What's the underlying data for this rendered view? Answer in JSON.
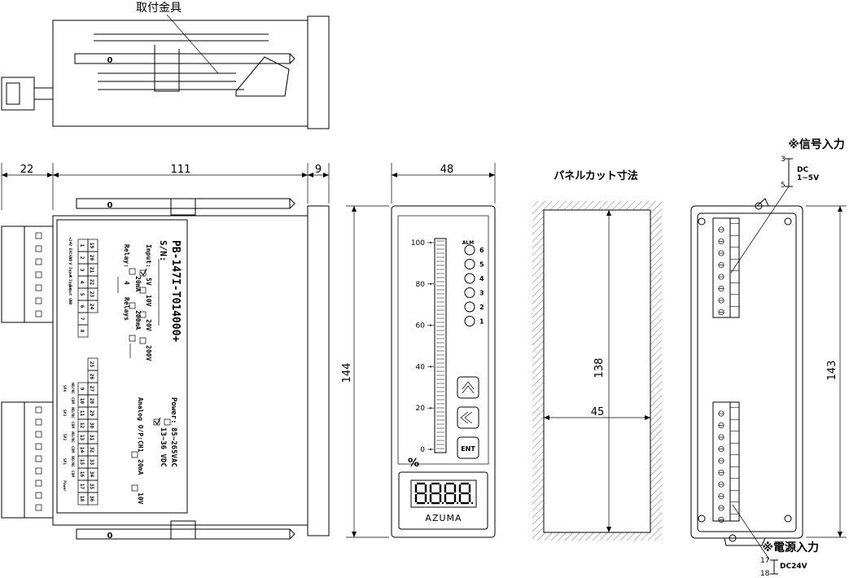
{
  "labels": {
    "bracket": "取付金具",
    "dim_22": "22",
    "dim_111": "111",
    "dim_9": "9",
    "dim_48": "48",
    "panel_cut": "パネルカット寸法",
    "signal_in": "※信号入力",
    "dim_144": "144",
    "dim_138": "138",
    "dim_45": "45",
    "dim_143": "143",
    "power_in": "※電源入力",
    "sig_t3": "3",
    "sig_t5": "5",
    "sig_dc": "DC",
    "sig_range": "1~5V",
    "pow_t17": "17",
    "pow_t18": "18",
    "pow_range": "DC24V",
    "zero_mark": "0"
  },
  "label_plate": {
    "model": "PB-147I-T014000+",
    "sn": "S/N:",
    "input": "Input:",
    "in_5v": "5V",
    "in_10v": "10V",
    "in_20v": "20V",
    "in_200v": "200V",
    "relay": "Relay:",
    "relay_n": "4",
    "relays": "Relays",
    "in_20ma": "20mA",
    "in_200ma": "200mA",
    "power": "Power:",
    "pow_ac": "85~265VAC",
    "pow_dc": "13~36 VDC",
    "analog": "Analog O/P:CH1",
    "ao_20ma": "20mA",
    "ao_10v": "10V",
    "term_upper_top": [
      "19",
      "20",
      "21",
      "22",
      "23",
      "24"
    ],
    "term_upper_bot": [
      "1",
      "2",
      "3",
      "4",
      "5",
      "6",
      "7",
      "8"
    ],
    "upper_labels": [
      "+24V EXC",
      "GND",
      "V Input",
      "A Input",
      "Input GND"
    ],
    "term_lower_top": [
      "25",
      "26",
      "27",
      "28",
      "29",
      "30",
      "31",
      "32",
      "33",
      "34",
      "35",
      "36"
    ],
    "term_lower_bot": [
      "9",
      "10",
      "11",
      "12",
      "13",
      "14",
      "15",
      "16",
      "17",
      "18"
    ],
    "lower_labels": [
      "SP4",
      "SP3",
      "SP2",
      "SP1",
      "Power"
    ],
    "lower_sub": [
      "NO/NC",
      "COM",
      "NO/NC",
      "COM",
      "NO/NC",
      "COM",
      "NO/NC",
      "COM"
    ]
  },
  "front_panel": {
    "scale": [
      "100",
      "80",
      "60",
      "40",
      "20",
      "0"
    ],
    "alm": "ALM",
    "leds": [
      "6",
      "5",
      "4",
      "3",
      "2",
      "1"
    ],
    "enter": "ENT",
    "percent": "%",
    "brand": "AZUMA"
  }
}
